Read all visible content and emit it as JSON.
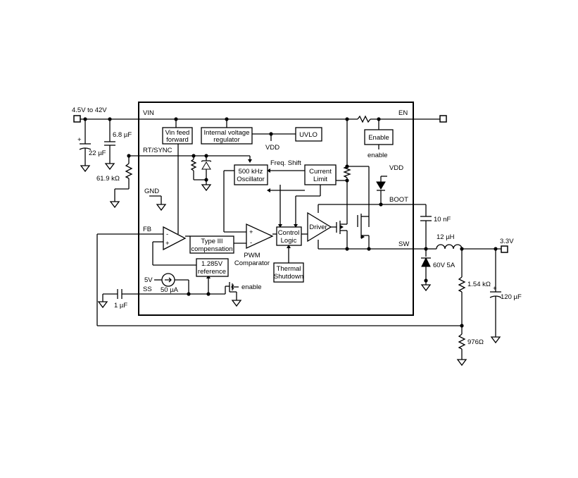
{
  "pins": {
    "vin": "VIN",
    "en": "EN",
    "rt_sync": "RT/SYNC",
    "gnd": "GND",
    "fb": "FB",
    "ss": "SS",
    "boot": "BOOT",
    "sw": "SW"
  },
  "blocks": {
    "vin_ff_1": "Vin feed",
    "vin_ff_2": "forward",
    "ivr_1": "Internal voltage",
    "ivr_2": "regulator",
    "uvlo": "UVLO",
    "enable": "Enable",
    "osc_1": "500 kHz",
    "osc_2": "Oscillator",
    "climit_1": "Current",
    "climit_2": "Limit",
    "ctrl_1": "Control",
    "ctrl_2": "Logic",
    "driver": "Driver",
    "comp_1": "Type III",
    "comp_2": "compensation",
    "ref_1": "1.285V",
    "ref_2": "reference",
    "thermal_1": "Thermal",
    "thermal_2": "Shutdown",
    "pwm_1": "PWM",
    "pwm_2": "Comparator"
  },
  "labels": {
    "vdd_top": "VDD",
    "vdd_boot": "VDD",
    "enable_top": "enable",
    "enable_ss": "enable",
    "freq_shift": "Freq. Shift",
    "plus": "+",
    "minus": "-",
    "five_v": "5V",
    "current_50": "50 µA"
  },
  "external": {
    "vin_range": "4.5V to 42V",
    "c_in_bulk": "22 µF",
    "c_in_ceramic": "6.8 µF",
    "r_rt": "61.9 kΩ",
    "c_ss": "1 µF",
    "c_boot": "10 nF",
    "inductor": "12 µH",
    "vout": "3.3V",
    "diode": "60V 5A",
    "r_top": "1.54 kΩ",
    "r_bottom": "976Ω",
    "c_out": "120 µF"
  }
}
